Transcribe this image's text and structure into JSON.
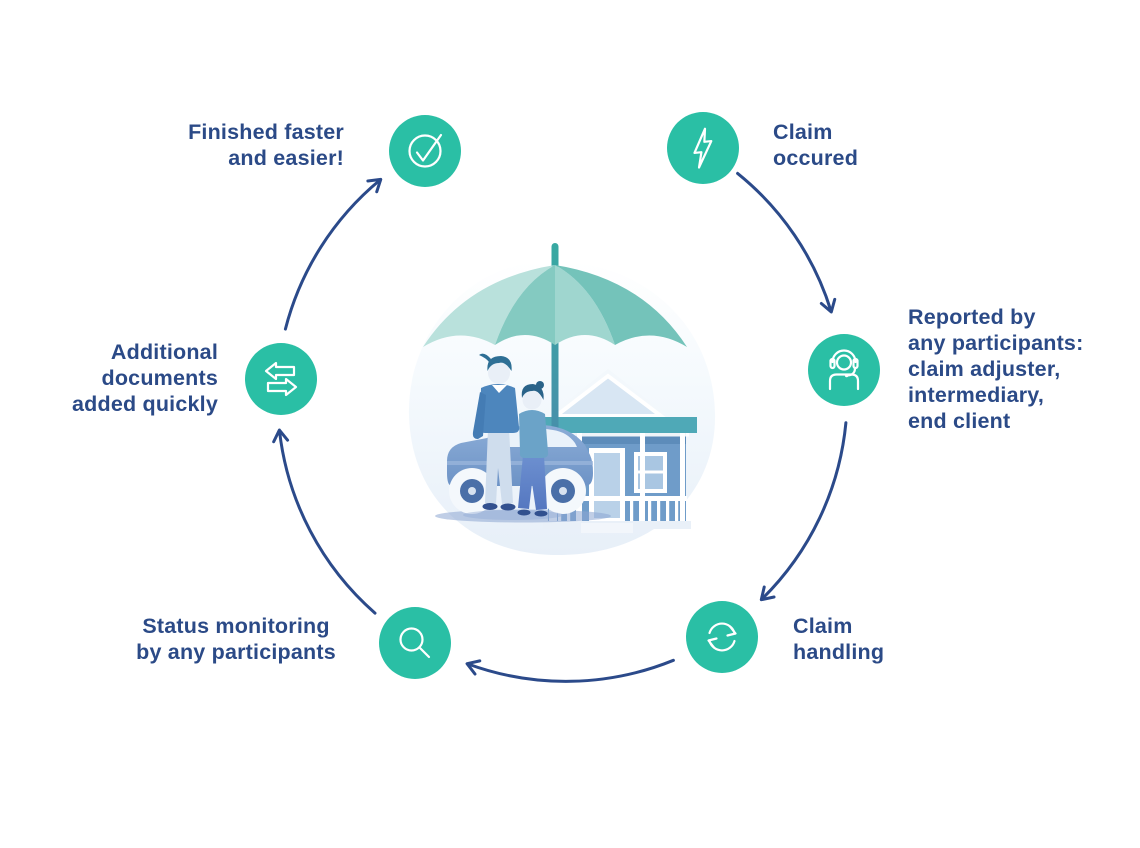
{
  "diagram": {
    "kind": "circular-claim-process",
    "flow_direction": "clockwise",
    "accent_color": "#2abfa5",
    "text_color": "#2b4a87",
    "arrow_color": "#2b4a8a",
    "center_illustration": "umbrella-protecting-family-house-car",
    "steps": [
      {
        "icon": "lightning-icon",
        "label": "Claim\noccured"
      },
      {
        "icon": "headset-icon",
        "label": "Reported by\nany participants:\nclaim adjuster,\nintermediary,\nend client"
      },
      {
        "icon": "sync-icon",
        "label": "Claim\nhandling"
      },
      {
        "icon": "magnifier-icon",
        "label": "Status monitoring\nby any participants"
      },
      {
        "icon": "transfer-arrows-icon",
        "label": "Additional\ndocuments\nadded quickly"
      },
      {
        "icon": "check-icon",
        "label": "Finished faster\nand easier!"
      }
    ]
  }
}
